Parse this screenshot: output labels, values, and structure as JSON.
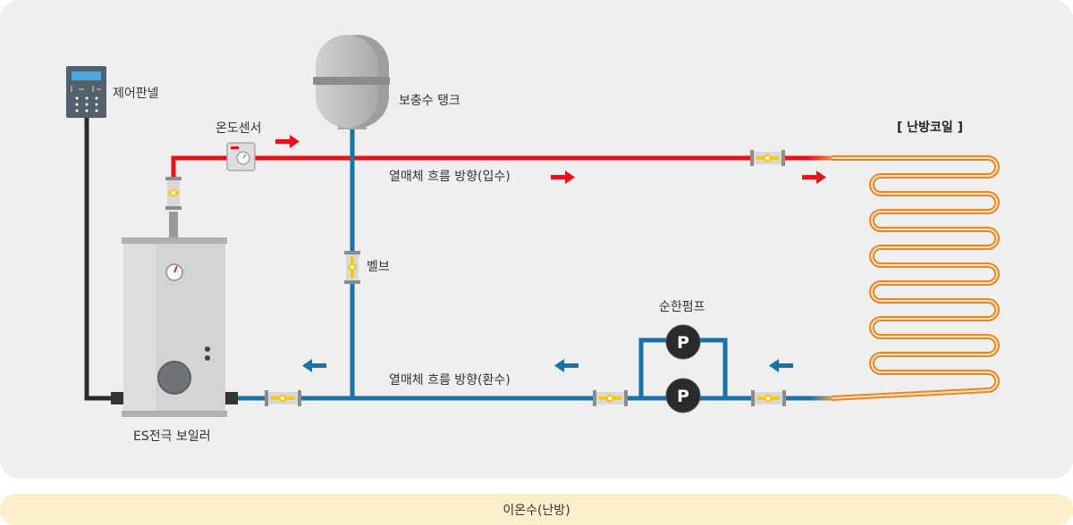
{
  "labels": {
    "control_panel": "제어판넬",
    "temp_sensor": "온도센서",
    "expansion_tank": "보충수 탱크",
    "heating_coil": "[ 난방코일 ]",
    "flow_supply": "열매체 흐름 방향(입수)",
    "valve": "벨브",
    "circulation_pump": "순한펌프",
    "flow_return": "열매체 흐름 방향(환수)",
    "boiler": "ES전극 보일러"
  },
  "pump_symbol": "P",
  "footer": {
    "label": "이온수(난방)"
  },
  "colors": {
    "supply_pipe": "#e8131a",
    "return_pipe": "#1a72a8",
    "coil": "#f6a54a",
    "valve_body": "#f6c915",
    "footer_bg": "#fcefc9",
    "panel_bg": "#efefef"
  },
  "icons": [
    "control-panel-icon",
    "temperature-sensor-icon",
    "expansion-tank-icon",
    "valve-icon",
    "pump-icon",
    "boiler-icon",
    "flow-arrow-icon",
    "heating-coil-icon"
  ]
}
